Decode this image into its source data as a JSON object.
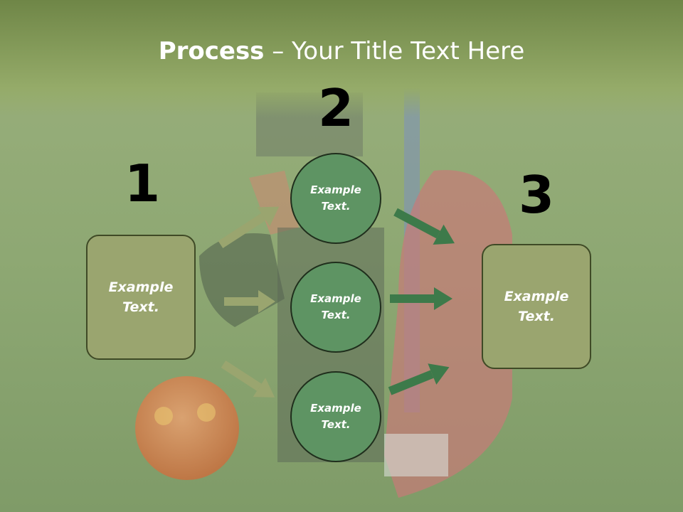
{
  "title": {
    "bold": "Process",
    "rest": " – Your Title Text Here"
  },
  "steps": {
    "one": "1",
    "two": "2",
    "three": "3"
  },
  "left_box": {
    "text": "Example\nText."
  },
  "right_box": {
    "text": "Example\nText."
  },
  "circles": [
    {
      "text": "Example\nText."
    },
    {
      "text": "Example\nText."
    },
    {
      "text": "Example\nText."
    }
  ],
  "colors": {
    "box_fill": "#9aa56f",
    "circle_fill": "#5e9463",
    "arrow_light": "#9aa56f",
    "arrow_dark": "#3d7a4a",
    "header_band": "#7f9651"
  },
  "background": "soccer-field-photo"
}
